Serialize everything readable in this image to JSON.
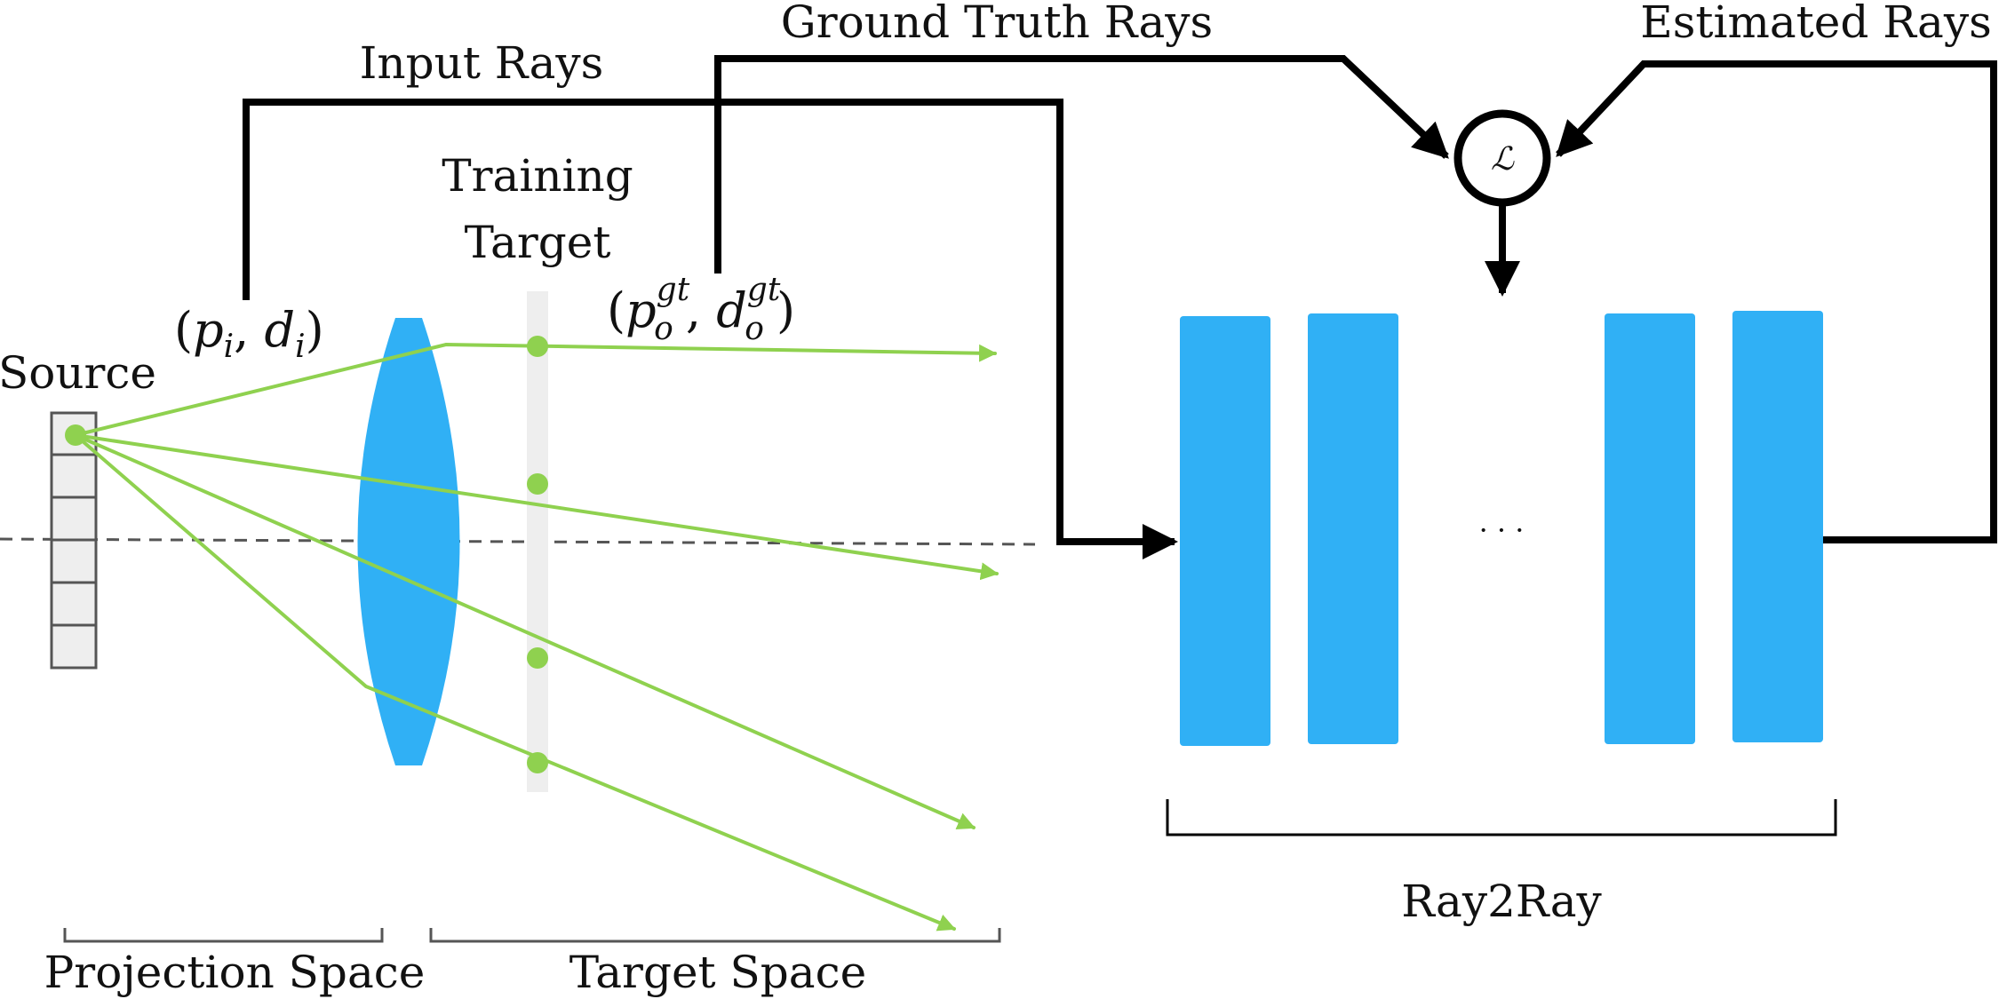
{
  "labels": {
    "source": "Source",
    "input_rays": "Input Rays",
    "training_target_line1": "Training",
    "training_target_line2": "Target",
    "ground_truth_rays": "Ground Truth Rays",
    "estimated_rays": "Estimated Rays",
    "projection_space": "Projection Space",
    "target_space": "Target Space",
    "ray2ray": "Ray2Ray",
    "ellipsis": "· · ·",
    "loss_symbol": "ℒ"
  },
  "math": {
    "input_pair": {
      "open": "(",
      "p": "p",
      "p_sub": "i",
      "comma": ", ",
      "d": "d",
      "d_sub": "i",
      "close": ")"
    },
    "gt_pair": {
      "open": "(",
      "p": "p",
      "p_sub": "o",
      "p_sup": "gt",
      "comma": ", ",
      "d": "d",
      "d_sub": "o",
      "d_sup": "gt",
      "close": ")"
    }
  },
  "colors": {
    "lens": "#30b0f5",
    "network_layer": "#30b0f5",
    "ray": "#8fd14f",
    "arrow": "#000000",
    "source_cell": "#eeeeee",
    "target_plane": "#eeeeee",
    "optical_axis": "#555555",
    "bracket": "#555555"
  },
  "network": {
    "layer_count": 4,
    "shown_layers": [
      "layer-1",
      "layer-2",
      "layer-n-minus-1",
      "layer-n"
    ]
  }
}
